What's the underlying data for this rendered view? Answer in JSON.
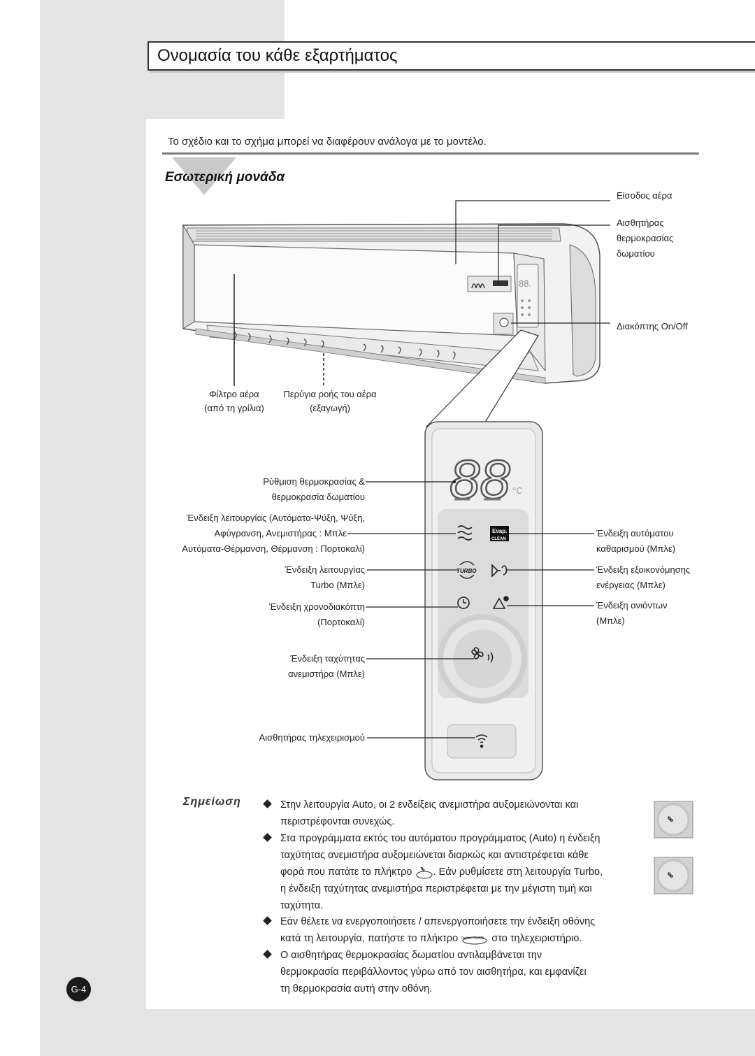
{
  "title": "Ονομασία του κάθε εξαρτήματος",
  "subtitle": "Το σχέδιο και το σχήμα μπορεί να διαφέρουν ανάλογα με το μοντέλο.",
  "section": "Εσωτερική μονάδα",
  "unit_labels": {
    "air_inlet": "Είσοδος αέρα",
    "room_sensor_1": "Αισθητήρας",
    "room_sensor_2": "θερμοκρασίας",
    "room_sensor_3": "δωματίου",
    "switch": "Διακόπτης On/Off",
    "filter_1": "Φίλτρο αέρα",
    "filter_2": "(από τη γρίλια)",
    "louver_1": "Περύγια ροής του αέρα",
    "louver_2": "(εξαγωγή)"
  },
  "panel_labels": {
    "temp_1": "Ρύθμιση θερμοκρασίας &",
    "temp_2": "θερμοκρασία δωματίου",
    "mode_1": "Ένδειξη λειτουργίας (Αυτόματα-Ψύξη, Ψύξη,",
    "mode_2": "Αφύγρανση, Ανεμιστήρας : Μπλε",
    "mode_3": "Αυτόματα-Θέρμανση, Θέρμανση : Πορτοκαλί)",
    "turbo_1": "Ένδειξη λειτουργίας",
    "turbo_2": "Turbo (Μπλε)",
    "timer_1": "Ένδειξη χρονοδιακόπτη",
    "timer_2": "(Πορτοκαλί)",
    "fan_1": "Ένδειξη ταχύτητας",
    "fan_2": "ανεμιστήρα (Μπλε)",
    "remote": "Αισθητήρας τηλεχειρισμού",
    "evap_1": "Ένδειξη αυτόματου",
    "evap_2": "καθαρισμού (Μπλε)",
    "energy_1": "Ένδειξη εξοικονόμησης",
    "energy_2": "ενέργειας (Μπλε)",
    "ion_1": "Ένδειξη ανιόντων",
    "ion_2": "(Μπλε)"
  },
  "display": {
    "digits": "88",
    "unit": "°C",
    "mini_digits": "88.",
    "evap_top": "Evap.",
    "evap_bottom": "CLEAN",
    "turbo_icon_text": "TURBO"
  },
  "note": {
    "title": "Σημείωση",
    "b1_l1": "Στην λειτουργία Auto, οι 2 ενδείξεις ανεμιστήρα αυξομειώνονται και",
    "b1_l2": "περιστρέφονται συνεχώς.",
    "b2_l1": "Στα προγράμματα εκτός του αυτόματου προγράμματος (Auto) η ένδειξη",
    "b2_l2": "ταχύτητας ανεμιστήρα αυξομειώνεται διαρκώς και αντιστρέφεται κάθε",
    "b2_l3a": "φορά που πατάτε το πλήκτρο",
    "b2_l3b": ". Εάν ρυθμίσετε στη λειτουργία Turbo,",
    "b2_l4": "η ένδειξη ταχύτητας ανεμιστήρα περιστρέφεται με την μέγιστη τιμή και",
    "b2_l5": "ταχύτητα.",
    "b3_l1": "Εάν θέλετε να ενεργοποιήσετε / απενεργοποιήσετε την ένδειξη οθόνης",
    "b3_l2a": "κατά τη λειτουργία, πατήστε το πλήκτρο",
    "b3_l2b": "στο τηλεχειριστήριο.",
    "b3_key": "Digital / On/Off",
    "b4_l1": "Ο αισθητήρας θερμοκρασίας δωματίου αντιλαμβάνεται την",
    "b4_l2": "θερμοκρασία περιβάλλοντος γύρω από τον αισθητήρα, και εμφανίζει",
    "b4_l3": "τη θερμοκρασία αυτή στην οθόνη."
  },
  "page_number": "G-4"
}
